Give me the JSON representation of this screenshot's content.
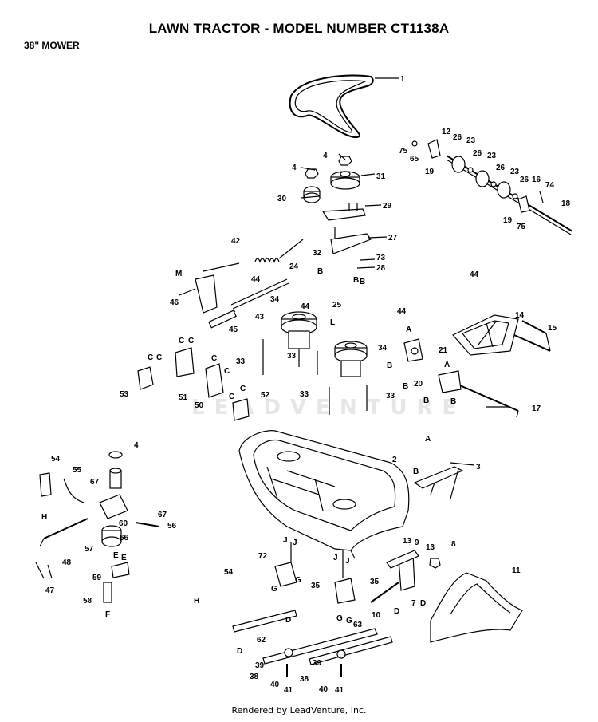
{
  "header": {
    "title": "LAWN TRACTOR - MODEL NUMBER CT1138A",
    "subtitle": "38\" MOWER"
  },
  "footer": {
    "text": "Rendered by LeadVenture, Inc."
  },
  "watermark": {
    "text": "LEADVENTURE"
  },
  "callouts": {
    "c1": "1",
    "c2": "2",
    "c3": "3",
    "c4a": "4",
    "c4b": "4",
    "c4c": "4",
    "c7": "7",
    "c8": "8",
    "c9": "9",
    "c10": "10",
    "c11": "11",
    "c12": "12",
    "c13a": "13",
    "c13b": "13",
    "c14": "14",
    "c15": "15",
    "c16": "16",
    "c17": "17",
    "c18": "18",
    "c19a": "19",
    "c19b": "19",
    "c20": "20",
    "c21": "21",
    "c23a": "23",
    "c23b": "23",
    "c23c": "23",
    "c24": "24",
    "c25": "25",
    "c26a": "26",
    "c26b": "26",
    "c26c": "26",
    "c26d": "26",
    "c27": "27",
    "c28": "28",
    "c29": "29",
    "c30": "30",
    "c31": "31",
    "c32": "32",
    "c33a": "33",
    "c33b": "33",
    "c33c": "33",
    "c33d": "33",
    "c34a": "34",
    "c34b": "34",
    "c35a": "35",
    "c35b": "35",
    "c38a": "38",
    "c38b": "38",
    "c39a": "39",
    "c39b": "39",
    "c40a": "40",
    "c40b": "40",
    "c41a": "41",
    "c41b": "41",
    "c42": "42",
    "c43": "43",
    "c44a": "44",
    "c44b": "44",
    "c44c": "44",
    "c44d": "44",
    "c45": "45",
    "c46": "46",
    "c47": "47",
    "c48": "48",
    "c50": "50",
    "c51": "51",
    "c52": "52",
    "c53": "53",
    "c54a": "54",
    "c54b": "54",
    "c55": "55",
    "c56": "56",
    "c57": "57",
    "c58": "58",
    "c59": "59",
    "c60": "60",
    "c62": "62",
    "c63": "63",
    "c65": "65",
    "c66": "66",
    "c67a": "67",
    "c67b": "67",
    "c72": "72",
    "c73": "73",
    "c74": "74",
    "c75a": "75",
    "c75b": "75"
  },
  "letters": {
    "A1": "A",
    "A2": "A",
    "A3": "A",
    "B1": "B",
    "B2": "B",
    "B3": "B",
    "B4": "B",
    "B5": "B",
    "B6": "B",
    "B7": "B",
    "B8": "B",
    "C1": "C",
    "C2": "C",
    "C3": "C",
    "C4": "C",
    "C5": "C",
    "C6": "C",
    "C7": "C",
    "C8": "C",
    "D1": "D",
    "D2": "D",
    "D3": "D",
    "D4": "D",
    "E1": "E",
    "E2": "E",
    "F1": "F",
    "G1": "G",
    "G2": "G",
    "G3": "G",
    "G4": "G",
    "H1": "H",
    "H2": "H",
    "J1": "J",
    "J2": "J",
    "J3": "J",
    "J4": "J",
    "L1": "L",
    "M1": "M"
  }
}
